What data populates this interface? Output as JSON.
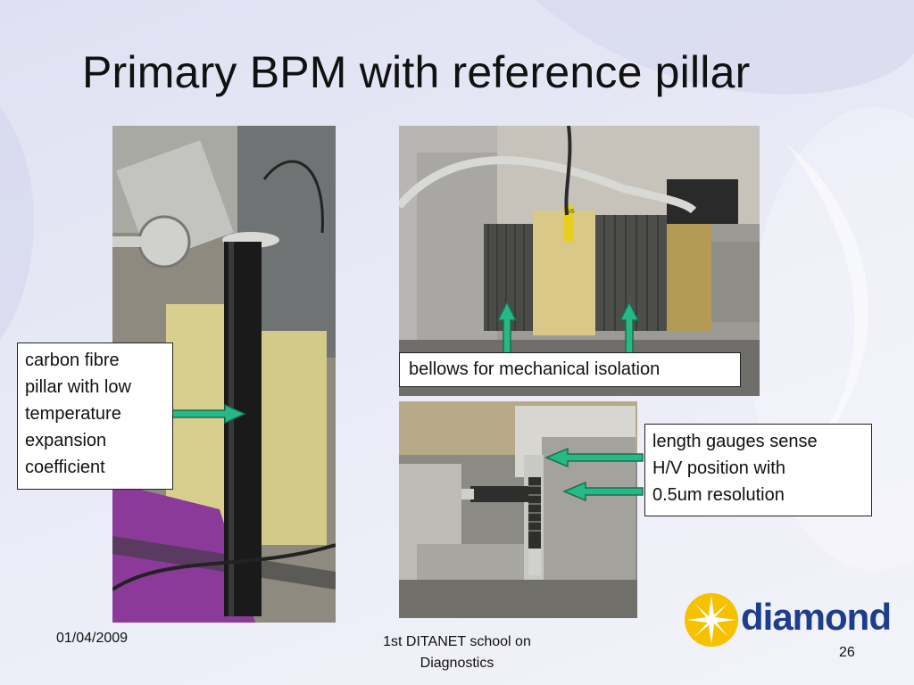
{
  "slide": {
    "title": "Primary BPM with reference pillar"
  },
  "callouts": {
    "pillar": [
      "carbon fibre",
      "pillar with low",
      "temperature",
      "expansion",
      "coefficient"
    ],
    "bellows": "bellows for mechanical isolation",
    "gauges": [
      "length gauges sense",
      "H/V position with",
      "0.5um resolution"
    ]
  },
  "photo_labels": {
    "bellows_tag": "S/S"
  },
  "footer": {
    "date": "01/04/2009",
    "event_line1": "1st DITANET school on",
    "event_line2": "Diagnostics",
    "page_number": "26"
  },
  "logo": {
    "text": "diamond",
    "icon": "star-burst-icon"
  },
  "colors": {
    "arrow_fill": "#26b987",
    "arrow_stroke": "#1a6f4f",
    "logo_blue": "#1d3d8f",
    "logo_yellow": "#f6c200"
  }
}
